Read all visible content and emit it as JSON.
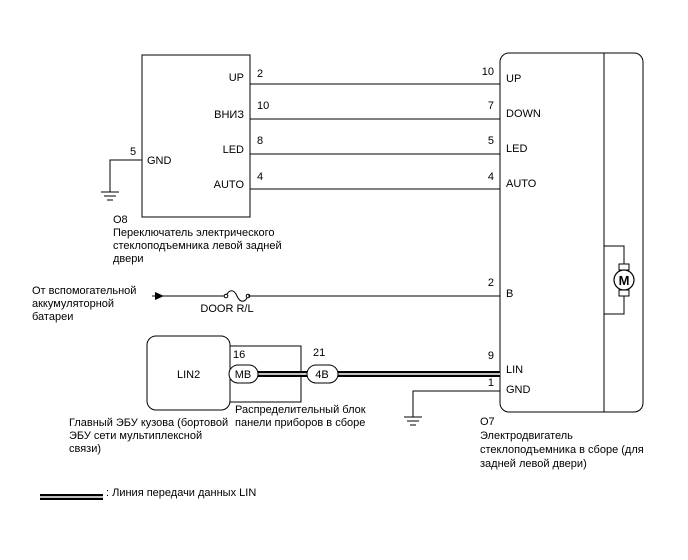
{
  "colors": {
    "line": "#000000",
    "background": "#ffffff"
  },
  "switch": {
    "code": "O8",
    "name_lines": [
      "Переключатель электрического",
      "стеклоподъемника левой задней",
      "двери"
    ],
    "gnd_label": "GND",
    "gnd_pin": "5",
    "terminals": [
      {
        "label": "UP",
        "pin": "2"
      },
      {
        "label": "ВНИЗ",
        "pin": "10"
      },
      {
        "label": "LED",
        "pin": "8"
      },
      {
        "label": "AUTO",
        "pin": "4"
      }
    ]
  },
  "motor": {
    "code": "O7",
    "name_lines": [
      "Электродвигатель",
      "стеклоподъемника в сборе (для",
      "задней левой двери)"
    ],
    "symbol": "M",
    "terminals": [
      {
        "label": "UP",
        "pin": "10"
      },
      {
        "label": "DOWN",
        "pin": "7"
      },
      {
        "label": "LED",
        "pin": "5"
      },
      {
        "label": "AUTO",
        "pin": "4"
      },
      {
        "label": "B",
        "pin": "2"
      },
      {
        "label": "LIN",
        "pin": "9"
      },
      {
        "label": "GND",
        "pin": "1"
      }
    ]
  },
  "battery_source": {
    "lines": [
      "От вспомогательной",
      "аккумуляторной",
      "батареи"
    ],
    "fuse": "DOOR R/L"
  },
  "ecu": {
    "pin_label": "LIN2",
    "name_lines": [
      "Главный ЭБУ кузова (бортовой",
      "ЭБУ сети мультиплексной",
      "связи)"
    ]
  },
  "junction_block": {
    "name_lines": [
      "Распределительный блок",
      "панели приборов в сборе"
    ],
    "connectors": [
      {
        "code": "MB",
        "pin": "16"
      },
      {
        "code": "4B",
        "pin": "21"
      }
    ]
  },
  "legend": {
    "text": ": Линия передачи данных LIN"
  }
}
